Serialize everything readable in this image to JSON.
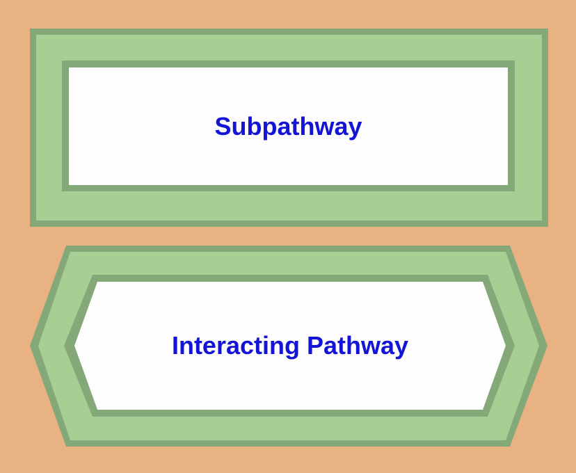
{
  "diagram": {
    "type": "pathway-diagram-legend",
    "background_color": "#E9B283",
    "colors": {
      "node_border_green": "#85A878",
      "node_band_green": "#A9CE93",
      "node_fill_white": "#FDFDFD",
      "label_blue": "#1414D6"
    },
    "nodes": [
      {
        "label": "Subpathway",
        "shape": "rectangle"
      },
      {
        "label": "Interacting Pathway",
        "shape": "hexagon"
      }
    ]
  }
}
